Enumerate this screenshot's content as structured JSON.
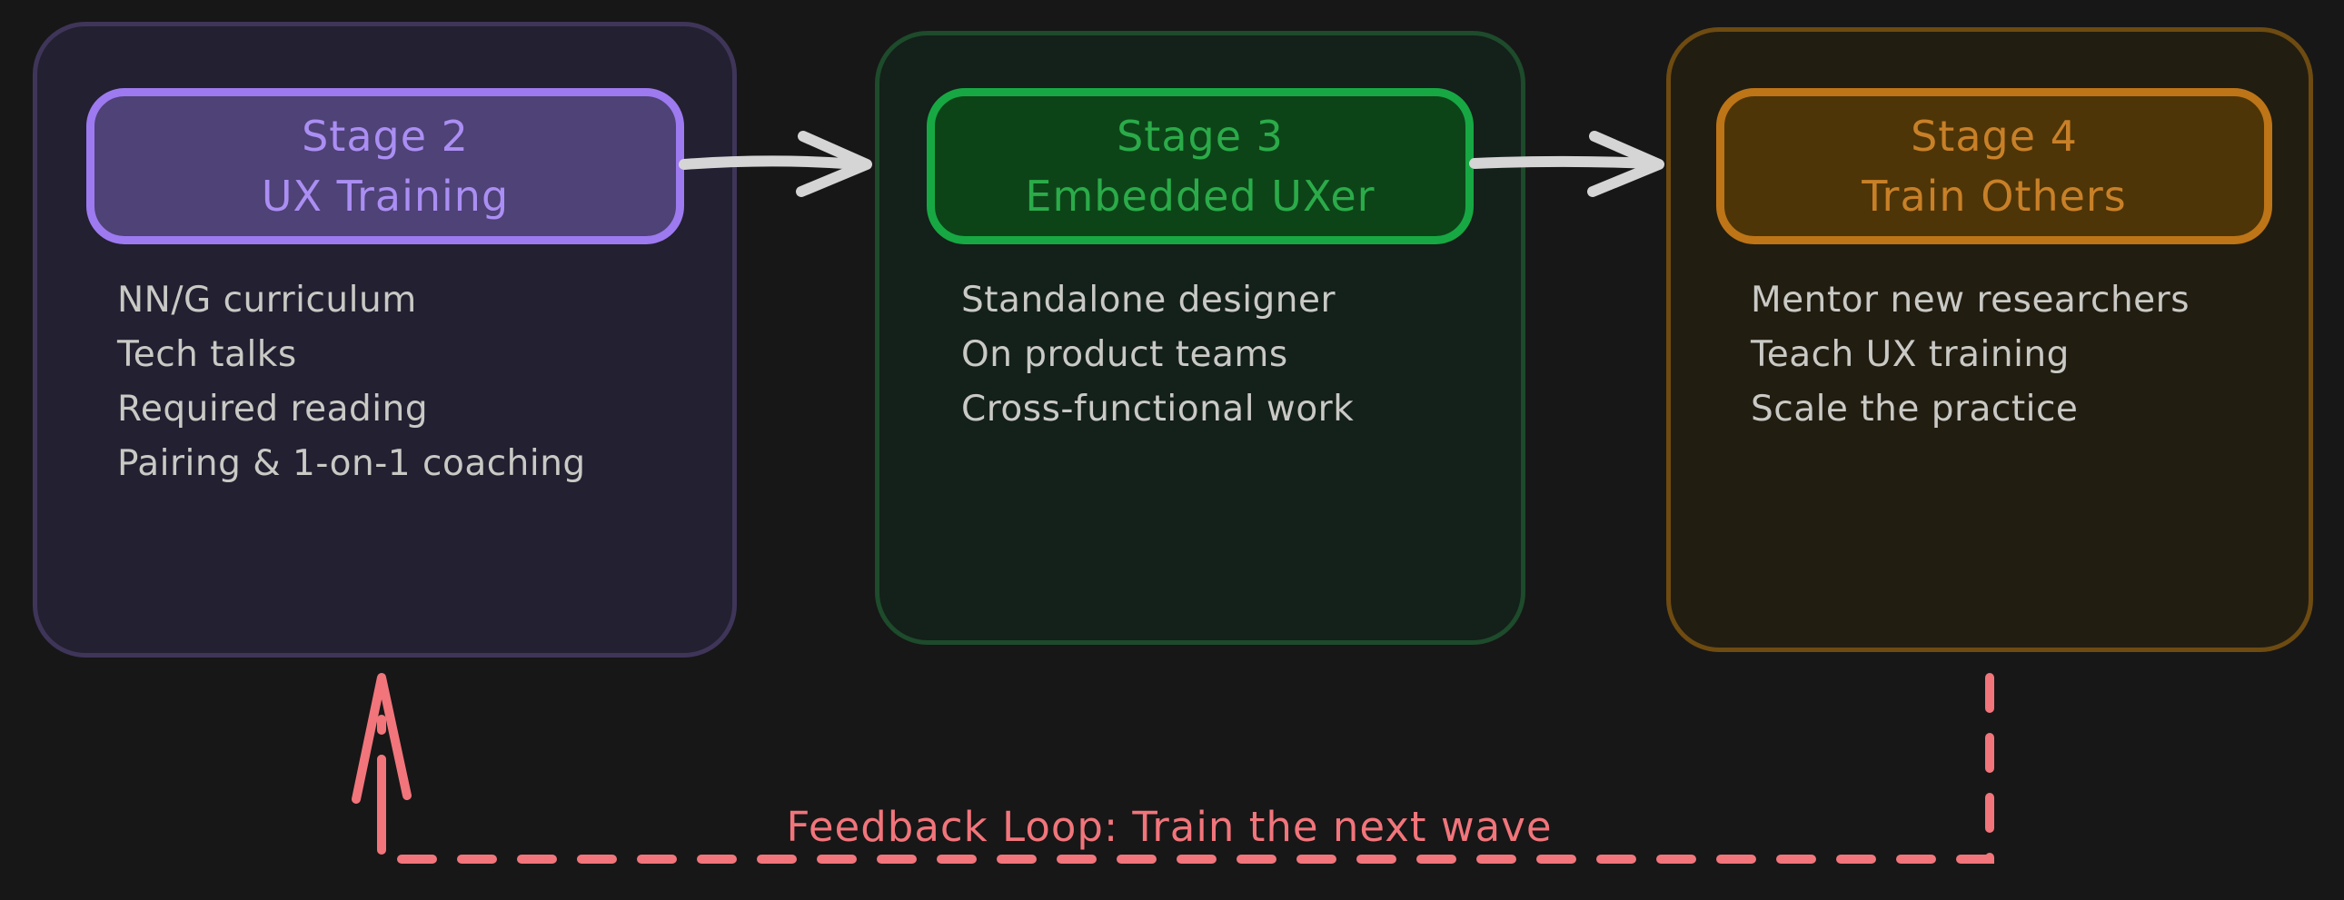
{
  "diagram": {
    "stages": [
      {
        "title_line1": "Stage 2",
        "title_line2": "UX Training",
        "items": [
          "NN/G curriculum",
          "Tech talks",
          "Required reading",
          "Pairing & 1-on-1 coaching"
        ]
      },
      {
        "title_line1": "Stage 3",
        "title_line2": "Embedded UXer",
        "items": [
          "Standalone designer",
          "On product teams",
          "Cross-functional work"
        ]
      },
      {
        "title_line1": "Stage 4",
        "title_line2": "Train Others",
        "items": [
          "Mentor new researchers",
          "Teach UX training",
          "Scale the practice"
        ]
      }
    ],
    "feedback_label": "Feedback Loop: Train the next wave",
    "colors": {
      "bg": "#171717",
      "text": "#c9c9c5",
      "arrow": "#d5d5d5",
      "feedback": "#f1757b",
      "s1-fill": "#232031",
      "s1-border": "#3f3559",
      "s1-hfill": "#4e4276",
      "s1-hborder": "#9d7af0",
      "s1-title": "#ab8ef3",
      "s2-fill": "#14201a",
      "s2-border": "#1d4b2b",
      "s2-hfill": "#0c4418",
      "s2-hborder": "#17a843",
      "s2-title": "#2bab49",
      "s3-fill": "#221d11",
      "s3-border": "#6e4b11",
      "s3-hfill": "#4e3507",
      "s3-hborder": "#bd7517",
      "s3-title": "#c88028"
    }
  }
}
